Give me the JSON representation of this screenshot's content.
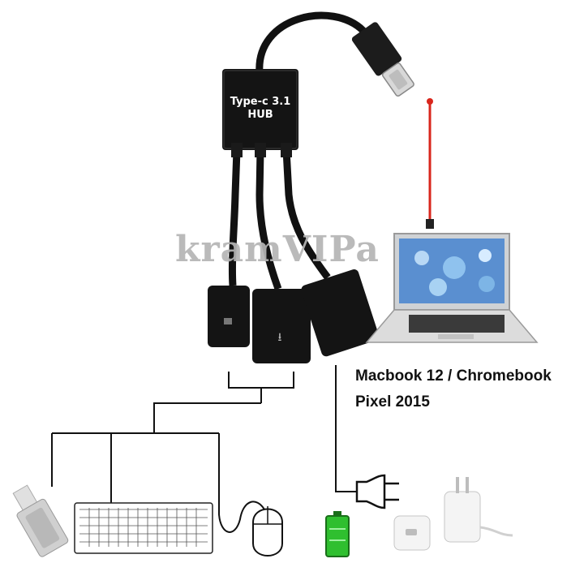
{
  "hub": {
    "line1": "Type-c 3.1",
    "line2": "HUB"
  },
  "watermark": "kramVIPa",
  "compatibility": {
    "line1": "Macbook 12 / Chromebook",
    "line2": "Pixel 2015"
  },
  "colors": {
    "cable": "#111111",
    "red_wire": "#d9261c",
    "battery": "#2fbf2f"
  },
  "icons": [
    "usb-c-plug-icon",
    "laptop-icon",
    "usb-flash-drive-icon",
    "keyboard-icon",
    "mouse-icon",
    "power-plug-icon",
    "battery-icon",
    "wall-charger-icon"
  ]
}
